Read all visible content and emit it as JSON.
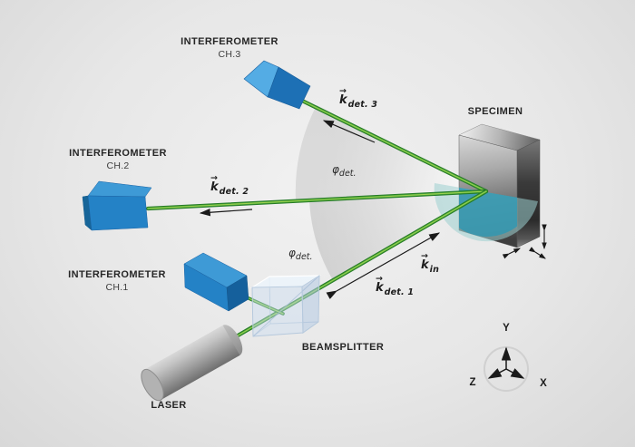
{
  "diagram": {
    "interferometers": [
      {
        "name": "INTERFEROMETER",
        "channel": "CH.3"
      },
      {
        "name": "INTERFEROMETER",
        "channel": "CH.2"
      },
      {
        "name": "INTERFEROMETER",
        "channel": "CH.1"
      }
    ],
    "specimen_label": "SPECIMEN",
    "beamsplitter_label": "BEAMSPLITTER",
    "laser_label": "LASER",
    "wave_vectors": [
      {
        "id": "k_det_3",
        "base": "k",
        "arrow": "→",
        "subscript": "det. 3"
      },
      {
        "id": "k_det_2",
        "base": "k",
        "arrow": "→",
        "subscript": "det. 2"
      },
      {
        "id": "k_det_1",
        "base": "k",
        "arrow": "→",
        "subscript": "det. 1"
      },
      {
        "id": "k_in",
        "base": "k",
        "arrow": "→",
        "subscript": "in"
      }
    ],
    "detection_angles": [
      {
        "base": "φ",
        "subscript": "det."
      },
      {
        "base": "φ",
        "subscript": "det."
      }
    ],
    "axes": {
      "x": "X",
      "y": "Y",
      "z": "Z"
    },
    "colors": {
      "beam_green": "#3f9b3f",
      "interferometer_blue": "#2482c6",
      "beamsplitter_blue": "#cddef2",
      "specimen_gray": "#8a8a8a",
      "scatter_teal": "#2e97b2",
      "arrow_black": "#1a1a1a",
      "background": "#e7e7e7"
    }
  }
}
